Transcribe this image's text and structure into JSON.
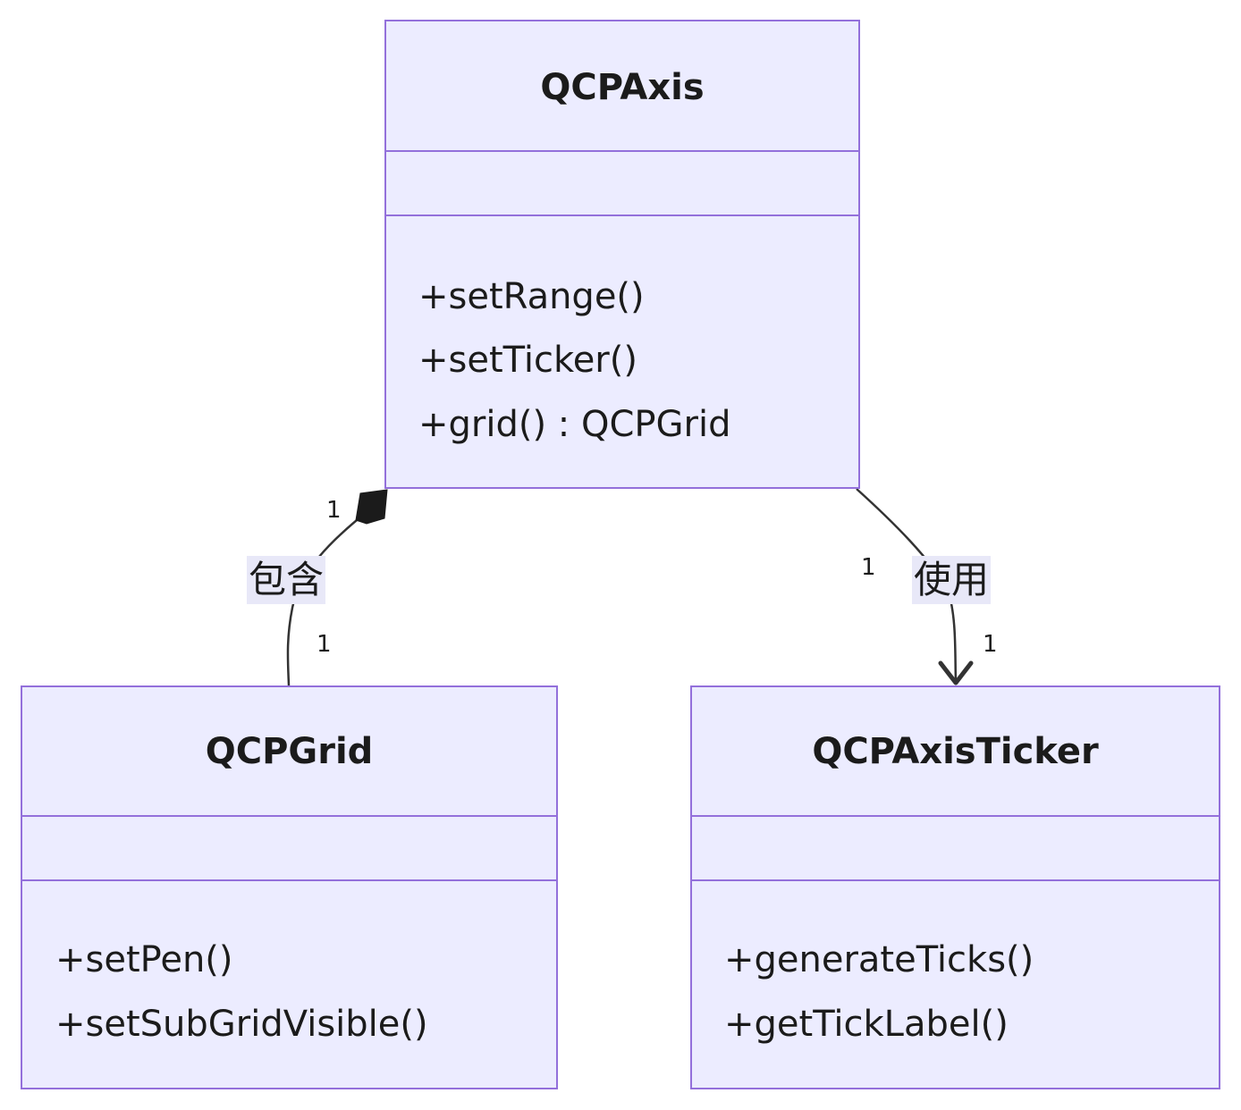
{
  "colors": {
    "class_fill": "#ECECFF",
    "class_stroke": "#9370DB",
    "line": "#333333",
    "label_background": "#e8e8f8",
    "text": "#1b1b1b"
  },
  "classes": {
    "axis": {
      "name": "QCPAxis",
      "attributes": [],
      "methods": [
        "+setRange()",
        "+setTicker()",
        "+grid() : QCPGrid"
      ]
    },
    "grid": {
      "name": "QCPGrid",
      "attributes": [],
      "methods": [
        "+setPen()",
        "+setSubGridVisible()"
      ]
    },
    "ticker": {
      "name": "QCPAxisTicker",
      "attributes": [],
      "methods": [
        "+generateTicks()",
        "+getTickLabel()"
      ]
    }
  },
  "relations": [
    {
      "from": "QCPAxis",
      "to": "QCPGrid",
      "type": "composition",
      "label": "包含",
      "from_multiplicity": "1",
      "to_multiplicity": "1"
    },
    {
      "from": "QCPAxis",
      "to": "QCPAxisTicker",
      "type": "association",
      "label": "使用",
      "from_multiplicity": "1",
      "to_multiplicity": "1"
    }
  ]
}
